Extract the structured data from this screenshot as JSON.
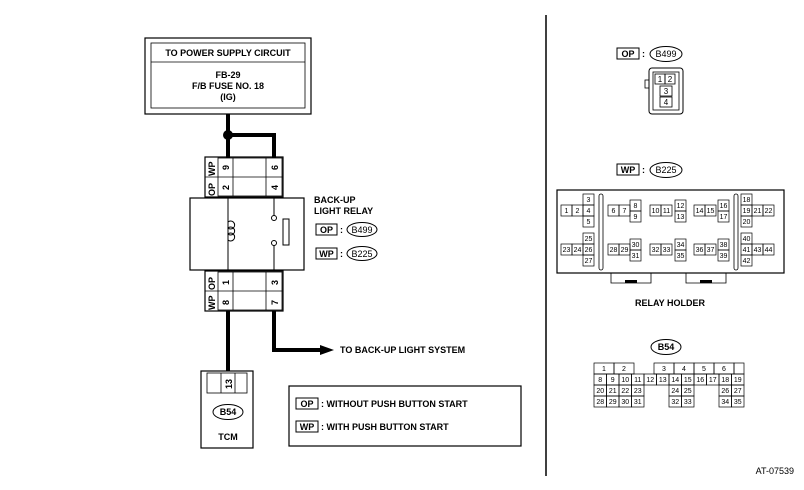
{
  "power_supply": {
    "title": "TO POWER SUPPLY CIRCUIT",
    "fuse_line1": "FB-29",
    "fuse_line2": "F/B FUSE NO. 18",
    "fuse_line3": "(IG)"
  },
  "relay": {
    "label_line1": "BACK-UP",
    "label_line2": "LIGHT RELAY",
    "op_tag": "OP",
    "op_connector": "B499",
    "wp_tag": "WP",
    "wp_connector": "B225",
    "colon": ":",
    "top_pins": {
      "wp_top": "9",
      "op_top": "2",
      "wp_right": "6",
      "op_right": "4"
    },
    "bottom_pins": {
      "op_left": "1",
      "wp_left": "8",
      "op_right": "3",
      "wp_right": "7"
    },
    "pin_label_op": "OP",
    "pin_label_wp": "WP"
  },
  "output": {
    "label": "TO BACK-UP LIGHT SYSTEM"
  },
  "tcm": {
    "pin": "13",
    "connector": "B54",
    "label": "TCM"
  },
  "legend": {
    "op_tag": "OP",
    "op_text": ": WITHOUT PUSH BUTTON START",
    "wp_tag": "WP",
    "wp_text": ": WITH PUSH BUTTON START"
  },
  "right_panel": {
    "b499": {
      "tag": "OP",
      "colon": ":",
      "name": "B499",
      "pins": [
        "1",
        "2",
        "3",
        "4"
      ]
    },
    "b225": {
      "tag": "WP",
      "colon": ":",
      "name": "B225"
    },
    "relay_holder_label": "RELAY HOLDER",
    "b54": {
      "name": "B54"
    }
  },
  "figure_code": "AT-07539"
}
